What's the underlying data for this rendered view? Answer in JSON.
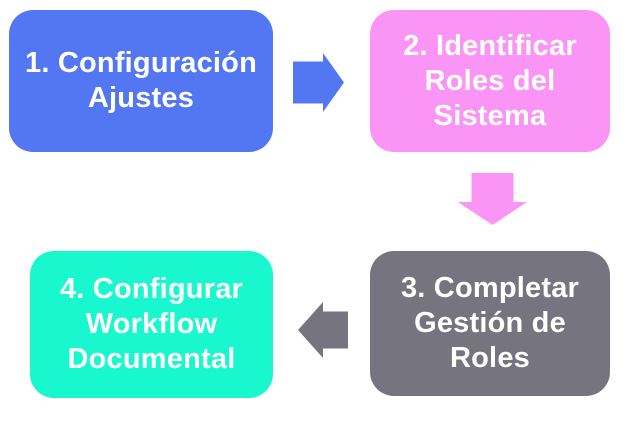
{
  "diagram": {
    "type": "process-flowchart",
    "background_color": "#ffffff",
    "text_color": "#ffffff",
    "steps": [
      {
        "number": "1",
        "label": "1. Configuración Ajustes",
        "lines": [
          "1. Configuración",
          "Ajustes"
        ],
        "color": "#5377F2"
      },
      {
        "number": "2",
        "label": "2. Identificar Roles del Sistema",
        "lines": [
          "2. Identificar",
          "Roles del",
          "Sistema"
        ],
        "color": "#FB95F5"
      },
      {
        "number": "3",
        "label": "3. Completar Gestión de Roles",
        "lines": [
          "3. Completar",
          "Gestión de",
          "Roles"
        ],
        "color": "#76757F"
      },
      {
        "number": "4",
        "label": "4. Configurar Workflow Documental",
        "lines": [
          "4. Configurar",
          "Workflow",
          "Documental"
        ],
        "color": "#18F7CE"
      }
    ],
    "connectors": [
      {
        "from": "1",
        "to": "2",
        "direction": "right",
        "color": "#5377F2"
      },
      {
        "from": "2",
        "to": "3",
        "direction": "down",
        "color": "#FB95F5"
      },
      {
        "from": "3",
        "to": "4",
        "direction": "left",
        "color": "#76757F"
      }
    ]
  }
}
